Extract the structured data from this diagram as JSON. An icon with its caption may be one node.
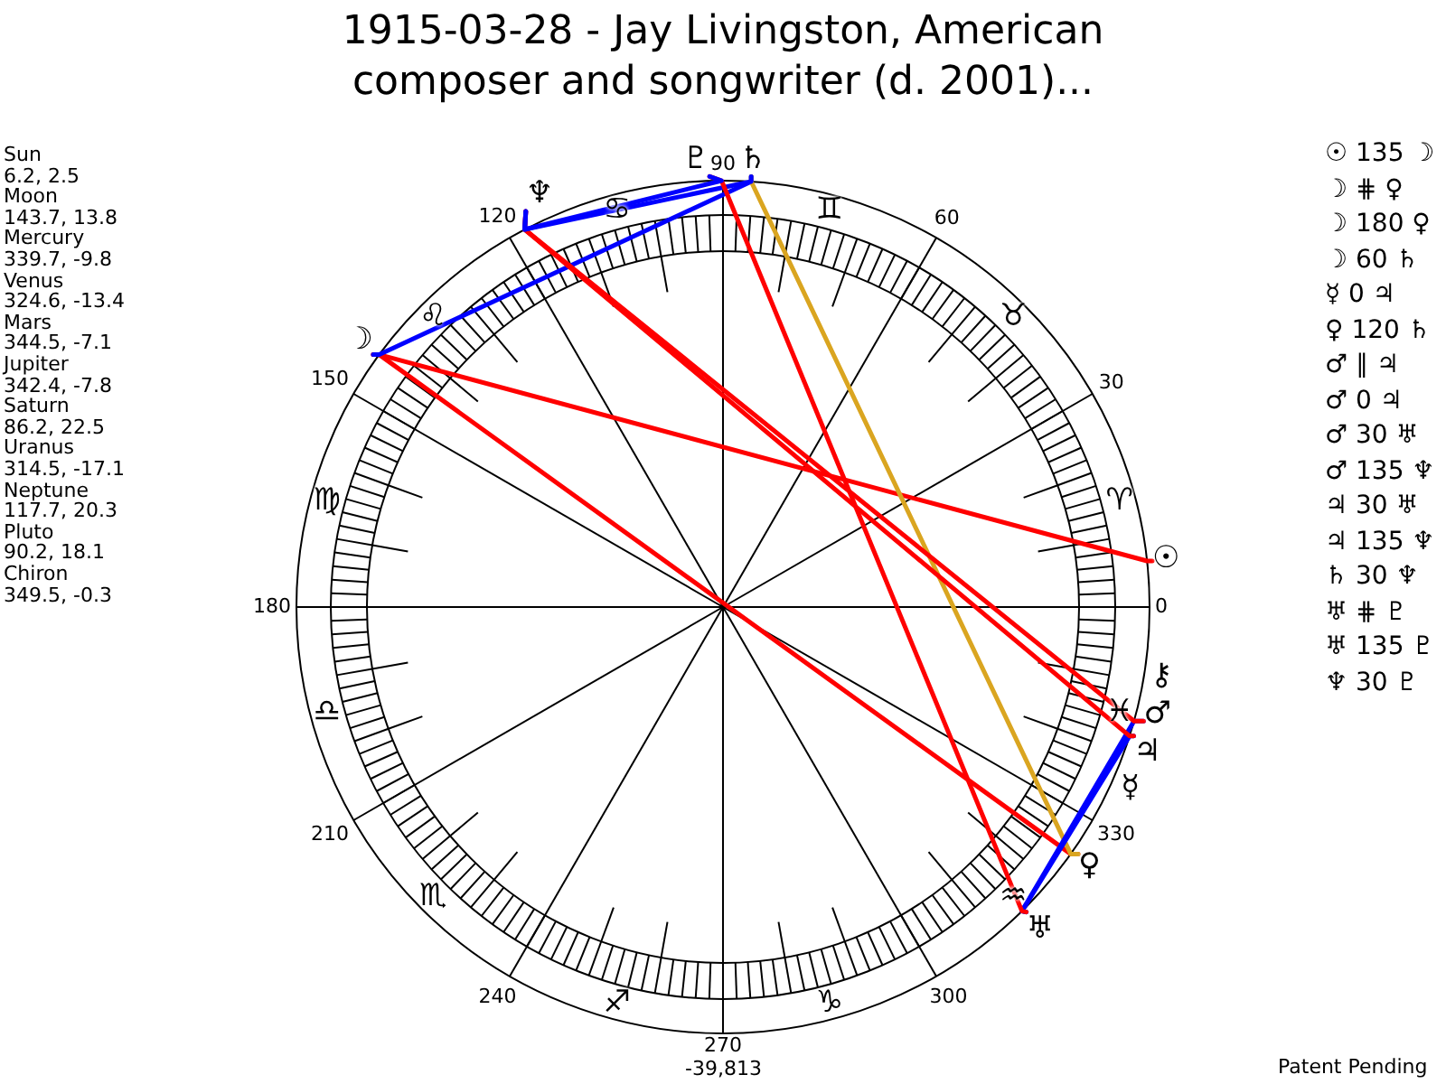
{
  "diagram": {
    "title": "1915-03-28 - Jay Livingston, American composer and songwriter (d. 2001)...",
    "nodes": [
      {
        "text": [
          "☉"
        ]
      },
      {
        "text": [
          "☽"
        ]
      },
      {
        "text": [
          "♀"
        ]
      },
      {
        "text": [
          "♂"
        ]
      },
      {
        "text": [
          "♃"
        ]
      },
      {
        "text": [
          "♄"
        ]
      },
      {
        "text": [
          "♅"
        ]
      },
      {
        "text": [
          "♆"
        ]
      },
      {
        "text": [
          "♇"
        ]
      }
    ],
    "edges": [
      {
        "from": 0,
        "to": 1,
        "arrow": "none",
        "color": "#ff0000"
      },
      {
        "from": 1,
        "to": 2,
        "arrow": "none",
        "color": "#ff0000"
      },
      {
        "from": 1,
        "to": 5,
        "arrow": "none",
        "color": "#0000ff"
      },
      {
        "from": 2,
        "to": 5,
        "arrow": "none",
        "color": "#daa520"
      },
      {
        "from": 3,
        "to": 6,
        "arrow": "none",
        "color": "#0000ff"
      },
      {
        "from": 3,
        "to": 7,
        "arrow": "none",
        "color": "#ff0000"
      },
      {
        "from": 4,
        "to": 6,
        "arrow": "none",
        "color": "#0000ff"
      },
      {
        "from": 4,
        "to": 7,
        "arrow": "none",
        "color": "#ff0000"
      },
      {
        "from": 5,
        "to": 7,
        "arrow": "none",
        "color": "#0000ff"
      },
      {
        "from": 6,
        "to": 8,
        "arrow": "none",
        "color": "#ff0000"
      },
      {
        "from": 7,
        "to": 8,
        "arrow": "none",
        "color": "#0000ff"
      }
    ],
    "labels": [
      "Sun",
      "6.2, 2.5",
      "Moon",
      "143.7, 13.8",
      "Mercury",
      "339.7, -9.8",
      "Venus",
      "324.6, -13.4",
      "Mars",
      "344.5, -7.1",
      "Jupiter",
      "342.4, -7.8",
      "Saturn",
      "86.2, 22.5",
      "Uranus",
      "314.5, -17.1",
      "Neptune",
      "117.7, 20.3",
      "Pluto",
      "90.2, 18.1",
      "Chiron",
      "349.5, -0.3",
      "0",
      "30",
      "60",
      "90",
      "120",
      "150",
      "180",
      "210",
      "240",
      "270",
      "300",
      "330",
      "♈",
      "♉",
      "♊",
      "♋",
      "♌",
      "♍",
      "♎",
      "♏",
      "♐",
      "♑",
      "♒",
      "♓",
      "☿",
      "⚷",
      "-39,813",
      "☉ 135 ☽",
      "☽ ⋕ ♀",
      "☽ 180 ♀",
      "☽ 60 ♄",
      "☿ 0 ♃",
      "♀ 120 ♄",
      "♂ ∥ ♃",
      "♂ 0 ♃",
      "♂ 30 ♅",
      "♂ 135 ♆",
      "♃ 30 ♅",
      "♃ 135 ♆",
      "♄ 30 ♆",
      "♅ ⋕ ♇",
      "♅ 135 ♇",
      "♆ 30 ♇",
      "Patent Pending"
    ]
  }
}
